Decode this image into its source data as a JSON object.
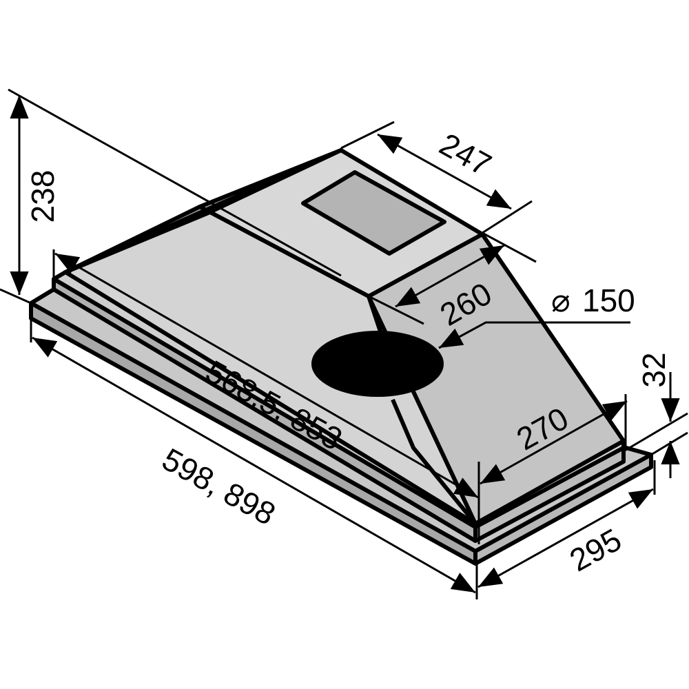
{
  "colors": {
    "background": "#ffffff",
    "face_light": "#d0d0d0",
    "face_dark": "#a8a8a8",
    "panel": "#b4b4b4",
    "outline": "#000000",
    "outlet": "#000000"
  },
  "dimensions": {
    "height": "238",
    "top_depth": "247",
    "inner_depth": "260",
    "outlet_diameter": "150",
    "diameter_symbol": "⌀",
    "inner_width": "568.5, 853",
    "bottom_inner_depth": "270",
    "rim_height": "32",
    "overall_width": "598, 898",
    "overall_depth": "295"
  }
}
